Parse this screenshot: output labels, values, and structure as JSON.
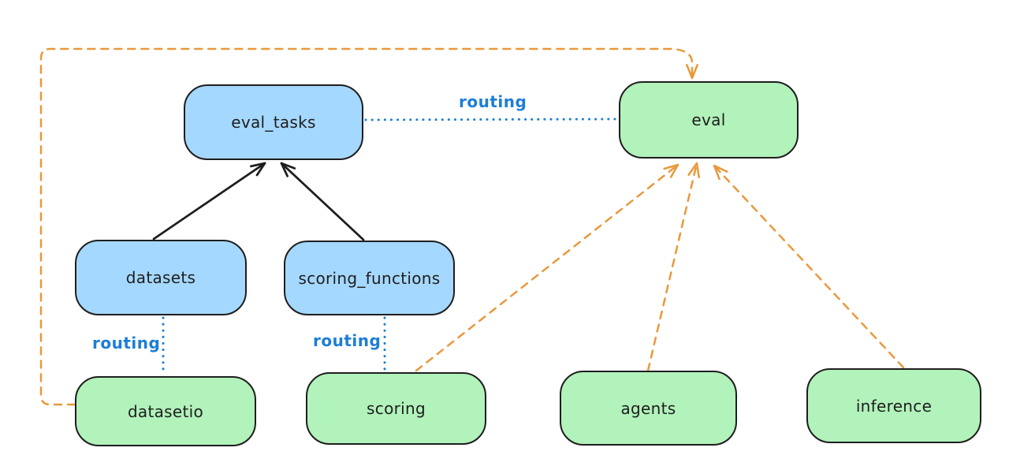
{
  "diagram": {
    "type": "architecture-diagram",
    "style": "hand-drawn"
  },
  "colors": {
    "background": "#ffffff",
    "node_blue": "#a5d8ff",
    "node_green": "#b2f2bb",
    "stroke_dark": "#1e1e1e",
    "routing_blue": "#1c7ed6",
    "arrow_orange": "#e8993c"
  },
  "nodes": [
    {
      "id": "eval_tasks",
      "label": "eval_tasks",
      "color": "blue"
    },
    {
      "id": "eval",
      "label": "eval",
      "color": "green"
    },
    {
      "id": "datasets",
      "label": "datasets",
      "color": "blue"
    },
    {
      "id": "scoring_functions",
      "label": "scoring_functions",
      "color": "blue"
    },
    {
      "id": "datasetio",
      "label": "datasetio",
      "color": "green"
    },
    {
      "id": "scoring",
      "label": "scoring",
      "color": "green"
    },
    {
      "id": "agents",
      "label": "agents",
      "color": "green"
    },
    {
      "id": "inference",
      "label": "inference",
      "color": "green"
    }
  ],
  "edges": [
    {
      "from": "datasets",
      "to": "eval_tasks",
      "style": "solid-black-arrow"
    },
    {
      "from": "scoring_functions",
      "to": "eval_tasks",
      "style": "solid-black-arrow"
    },
    {
      "from": "eval_tasks",
      "to": "eval",
      "style": "dotted-blue",
      "label": "routing"
    },
    {
      "from": "datasets",
      "to": "datasetio",
      "style": "dotted-blue",
      "label": "routing"
    },
    {
      "from": "scoring_functions",
      "to": "scoring",
      "style": "dotted-blue",
      "label": "routing"
    },
    {
      "from": "scoring",
      "to": "eval",
      "style": "dashed-orange-arrow"
    },
    {
      "from": "agents",
      "to": "eval",
      "style": "dashed-orange-arrow"
    },
    {
      "from": "inference",
      "to": "eval",
      "style": "dashed-orange-arrow"
    },
    {
      "from": "datasetio",
      "to": "eval",
      "style": "dashed-orange-arrow",
      "route": "left-and-over-top"
    }
  ]
}
